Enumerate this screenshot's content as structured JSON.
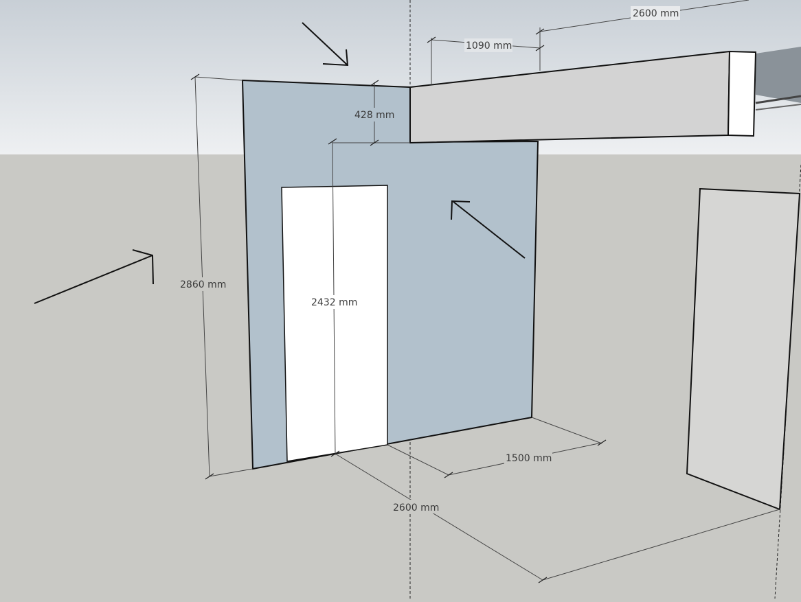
{
  "scene": {
    "sky_color": "#e8eaec",
    "ground_color": "#c9c9c5",
    "wall_color": "#b2c1cc",
    "beam_color": "#d3d3d3",
    "door_color": "#ffffff",
    "panel_color": "#d8d8d8",
    "line_color": "#111111",
    "dimension_color": "#444444"
  },
  "dimensions": {
    "beam_length": "2600 mm",
    "beam_offset": "1090 mm",
    "header_height": "428 mm",
    "wall_height": "2860 mm",
    "door_height": "2432 mm",
    "wall_depth": "1500 mm",
    "wall_width": "2600 mm"
  },
  "icons": {
    "arrow_top": "arrow-down-right-icon",
    "arrow_left": "arrow-up-right-icon",
    "arrow_center": "arrow-up-left-icon"
  }
}
